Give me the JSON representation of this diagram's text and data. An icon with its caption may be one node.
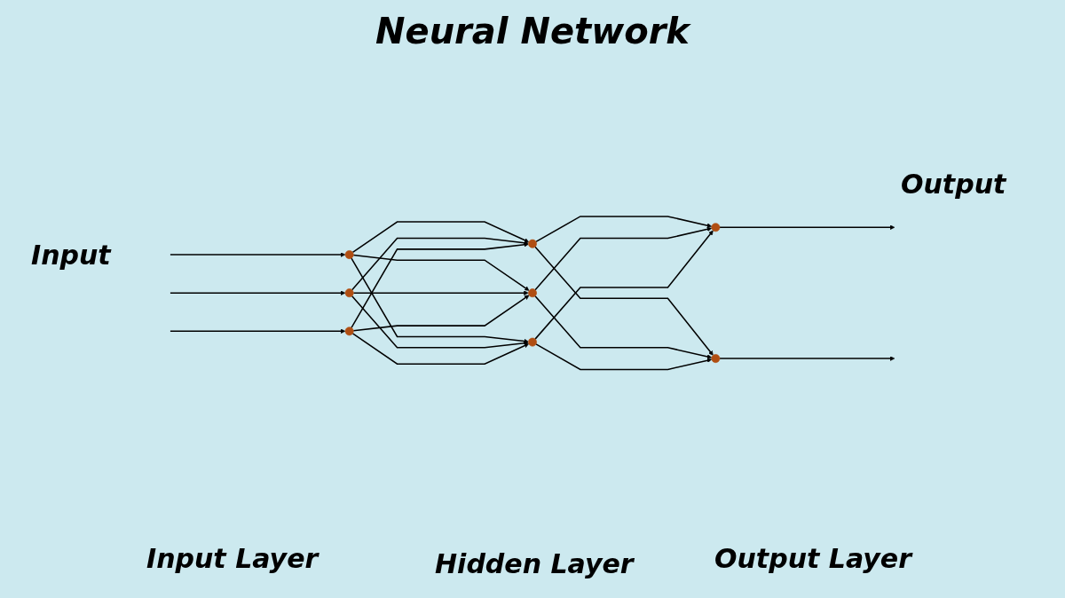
{
  "diagram": {
    "title": "Neural Network",
    "nodes": [
      {
        "text": [],
        "shape": "circle"
      },
      {
        "text": [],
        "shape": "circle"
      },
      {
        "text": [],
        "shape": "circle"
      },
      {
        "text": [],
        "shape": "circle"
      },
      {
        "text": [],
        "shape": "circle"
      },
      {
        "text": [],
        "shape": "circle"
      },
      {
        "text": [],
        "shape": "circle"
      },
      {
        "text": [],
        "shape": "circle"
      }
    ],
    "edges": [
      {
        "from": null,
        "to": 0,
        "arrow": "to"
      },
      {
        "from": null,
        "to": 1,
        "arrow": "to"
      },
      {
        "from": null,
        "to": 2,
        "arrow": "to"
      },
      {
        "from": 0,
        "to": 3,
        "arrow": "to"
      },
      {
        "from": 0,
        "to": 4,
        "arrow": "to"
      },
      {
        "from": 0,
        "to": 5,
        "arrow": "to"
      },
      {
        "from": 1,
        "to": 3,
        "arrow": "to"
      },
      {
        "from": 1,
        "to": 4,
        "arrow": "to"
      },
      {
        "from": 1,
        "to": 5,
        "arrow": "to"
      },
      {
        "from": 2,
        "to": 3,
        "arrow": "to"
      },
      {
        "from": 2,
        "to": 4,
        "arrow": "to"
      },
      {
        "from": 2,
        "to": 5,
        "arrow": "to"
      },
      {
        "from": 3,
        "to": 6,
        "arrow": "to"
      },
      {
        "from": 3,
        "to": 7,
        "arrow": "to"
      },
      {
        "from": 4,
        "to": 6,
        "arrow": "to"
      },
      {
        "from": 4,
        "to": 7,
        "arrow": "to"
      },
      {
        "from": 5,
        "to": 6,
        "arrow": "to"
      },
      {
        "from": 5,
        "to": 7,
        "arrow": "to"
      },
      {
        "from": 6,
        "to": null,
        "arrow": "to"
      },
      {
        "from": 7,
        "to": null,
        "arrow": "to"
      }
    ],
    "labels": [
      "Input",
      "Output",
      "Input Layer",
      "Hidden Layer",
      "Output Layer"
    ]
  }
}
